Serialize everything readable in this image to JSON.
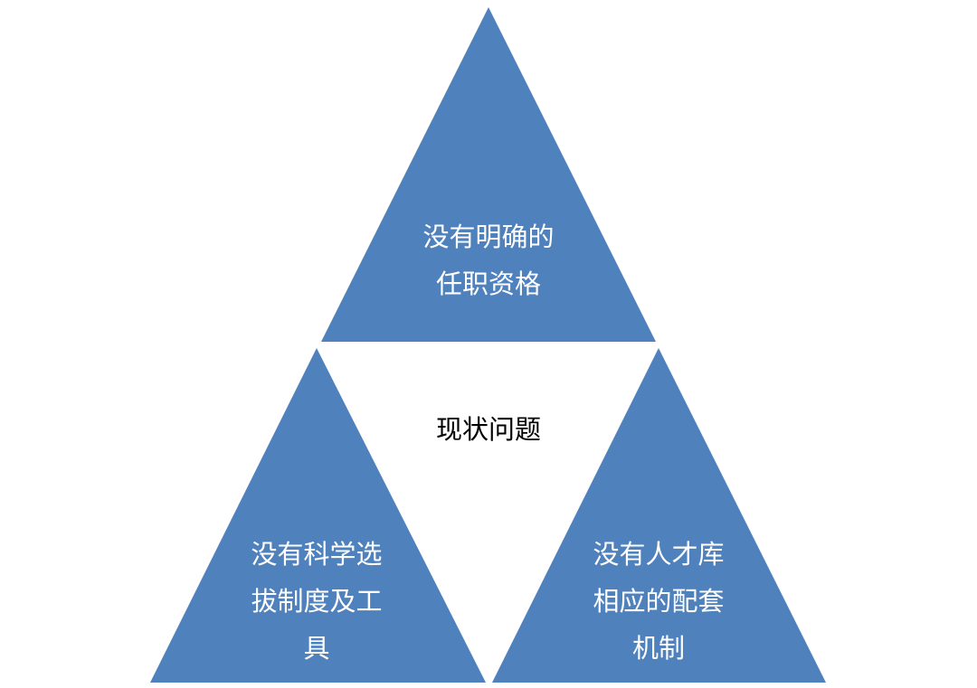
{
  "colors": {
    "triangle_fill": "#4F81BD",
    "label_text": "#FFFFFF",
    "center_text": "#000000"
  },
  "center_label": "现状问题",
  "triangles": [
    {
      "lines": [
        "没有明确的",
        "任职资格"
      ]
    },
    {
      "lines": [
        "没有科学选",
        "拔制度及工",
        "具"
      ]
    },
    {
      "lines": [
        "没有人才库",
        "相应的配套",
        "机制"
      ]
    }
  ]
}
